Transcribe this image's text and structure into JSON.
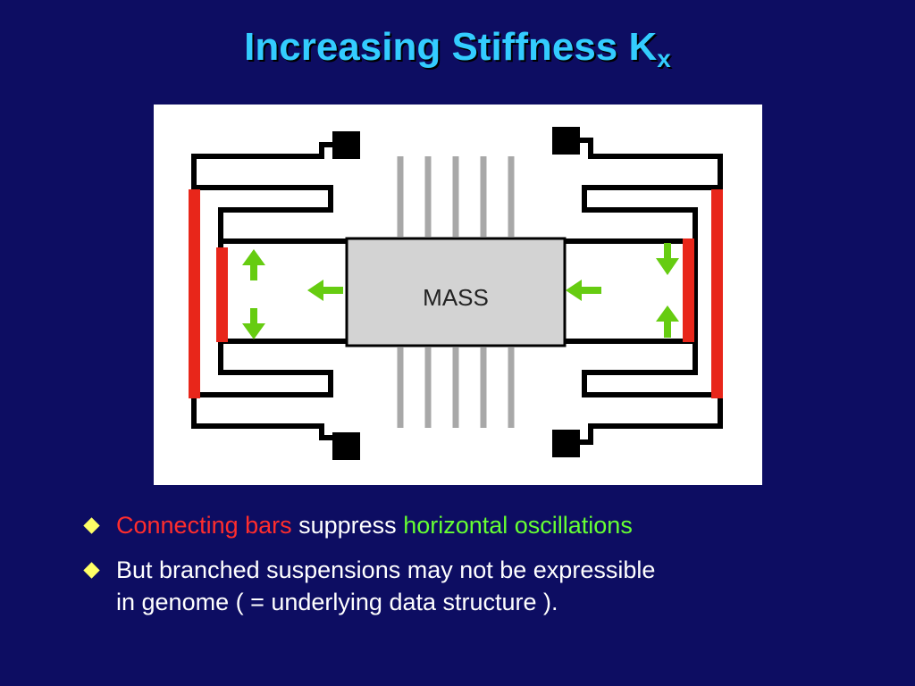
{
  "slide": {
    "title": "Increasing Stiffness K",
    "title_subscript": "x"
  },
  "diagram": {
    "mass_label": "MASS"
  },
  "bullets": [
    {
      "part1": "Connecting bars",
      "part2": " suppress ",
      "part3": "horizontal oscillations"
    },
    {
      "text_line1": "But branched suspensions may not be expressible",
      "text_line2": "in genome ( = underlying data structure )."
    }
  ],
  "colors": {
    "background": "#0d0d62",
    "title": "#33ccff",
    "connecting_bars": "#e8261a",
    "arrows": "#66cc11",
    "comb": "#a8a8a8",
    "mass_fill": "#d3d3d3",
    "bullet_marker": "#ffff66"
  }
}
